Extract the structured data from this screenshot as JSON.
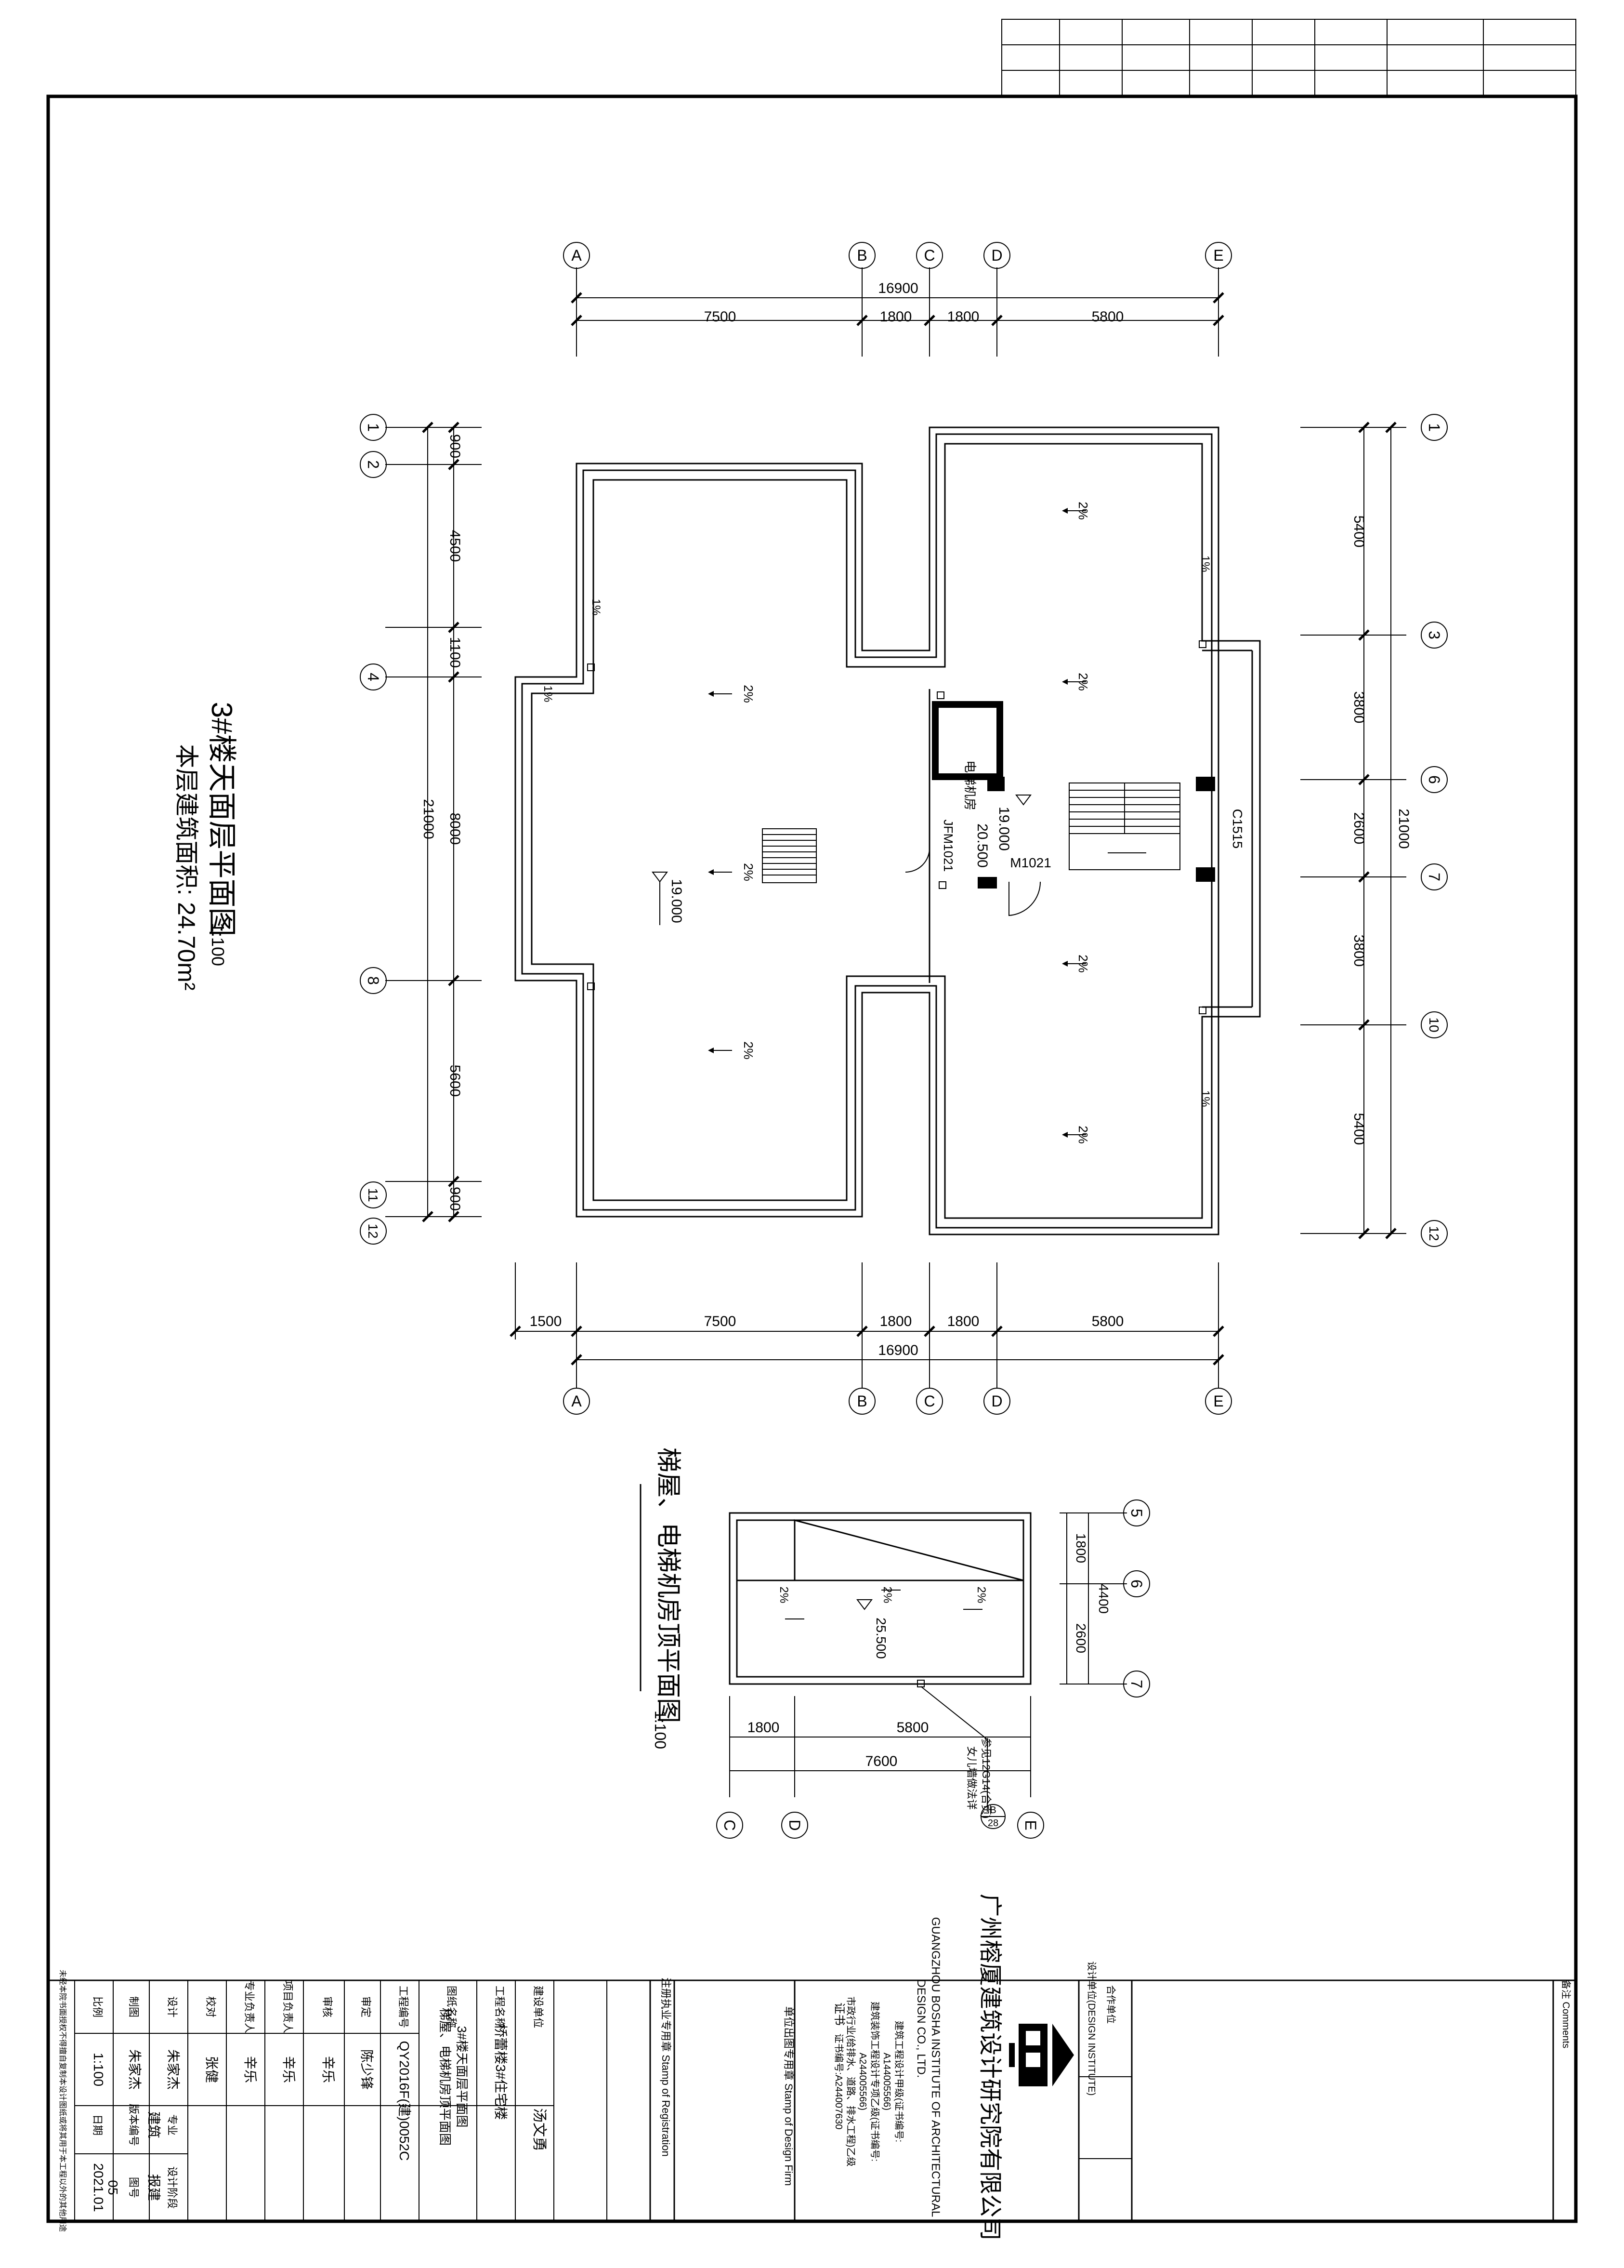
{
  "main_plan": {
    "title": "3#楼天面层平面图",
    "scale": "1:100",
    "area_note": "本层建筑面积: 24.70m²",
    "x_axes": [
      "A",
      "B",
      "C",
      "D",
      "E"
    ],
    "y_axes": [
      "1",
      "2",
      "3",
      "4",
      "6",
      "7",
      "8",
      "10",
      "11",
      "12"
    ],
    "total_width": "16900",
    "width_segments": [
      "7500",
      "1800",
      "1800",
      "5800"
    ],
    "bottom_overhang": "1500",
    "total_depth": "21000",
    "left_segments": [
      "900",
      "4500",
      "1100",
      "8000",
      "5600",
      "900"
    ],
    "right_segments": [
      "5400",
      "3800",
      "2600",
      "3800",
      "5400"
    ],
    "slope": "2%",
    "slope_edge": "1%",
    "elev_roof": "19.000",
    "elev_stair": "19.000",
    "elev_machine": "20.500",
    "room_label": "电梯机房",
    "doors": [
      "JFM1021",
      "M1021"
    ],
    "window": "C1515"
  },
  "small_plan": {
    "title": "梯屋、电梯机房顶平面图",
    "scale": "1:100",
    "x_axes": [
      "C",
      "D",
      "E"
    ],
    "y_axes": [
      "5",
      "6",
      "7"
    ],
    "segments": [
      "1800",
      "5800"
    ],
    "total": "7600",
    "depth_segments": [
      "1800",
      "2600"
    ],
    "depth_total": "4400",
    "elevation": "25.500",
    "slope": "2%",
    "detail_note_1": "参见12G14(合页)",
    "detail_note_2": "女儿墙做法详",
    "detail_ref_num": "28",
    "detail_ref_sheet": "B"
  },
  "title_block": {
    "company_cn": "广州榕厦建筑设计研究院有限公司",
    "company_en_1": "GUANGZHOU BOSHA INSTITUTE OF ARCHITECTURAL",
    "company_en_2": "DESIGN CO., LTD.",
    "cert_label": "证书",
    "cert_lines": [
      "建筑工程设计甲级(证书编号:",
      "A144005566)",
      "建筑装饰工程设计专项乙级(证书编号:",
      "A244005566)",
      "市政行业(给排水、道路、排水工程)乙级",
      "证书编号:A244007630"
    ],
    "client_label": "建设单位",
    "client": "汤文勇",
    "project_label": "工程名称",
    "project": "桥蕾楼3#住宅楼",
    "drawing_label": "图纸名称",
    "drawing_name_1": "3#楼天面层平面图",
    "drawing_name_2": "梯屋、电梯机房顶平面图",
    "project_no_label": "工程编号",
    "project_no": "QY2016F(建)0052C",
    "approved_label": "审定",
    "approved": "陈少锋",
    "verified_label": "审核",
    "verified": "辛乐",
    "pm_label": "项目负责人",
    "pm": "辛乐",
    "prof_label": "专业负责人",
    "prof": "辛乐",
    "checked_label": "校对",
    "checked": "张健",
    "designer_label": "设计",
    "designer": "朱家杰",
    "drawn_label": "制图",
    "drawn": "朱家杰",
    "discipline_label": "专业",
    "discipline": "建筑",
    "stage_label": "设计阶段",
    "stage": "报建",
    "sheet_label": "图号",
    "sheet": "05",
    "version_label": "版本编号",
    "scale_label": "比例",
    "scale": "1:100",
    "date_label": "日期",
    "date": "2021.01",
    "stamp_reg": "注册执业专用章 Stamp of Registration",
    "stamp_unit": "单位出图专用章 Stamp of Design Firm",
    "design_unit_label": "设计单位(DESIGN INSTITUTE)",
    "partner_label": "合作单位",
    "comments_label": "备注 Comments",
    "footer_note": "未经本院书面授权不得擅自复制本设计图纸或将其用于本工程以外的其他用途"
  }
}
